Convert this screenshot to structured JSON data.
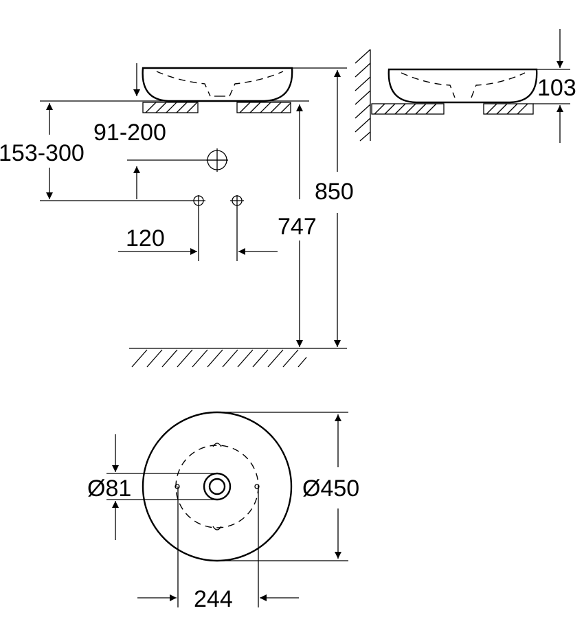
{
  "dimensions": {
    "tap_hole_offset": "91-200",
    "wall_outlet_height": "153-300",
    "fixing_distance": "120",
    "countertop_height": "747",
    "total_height": "850",
    "basin_height": "103",
    "waste_diameter": "Ø81",
    "basin_diameter": "Ø450",
    "fixing_spacing": "244"
  }
}
